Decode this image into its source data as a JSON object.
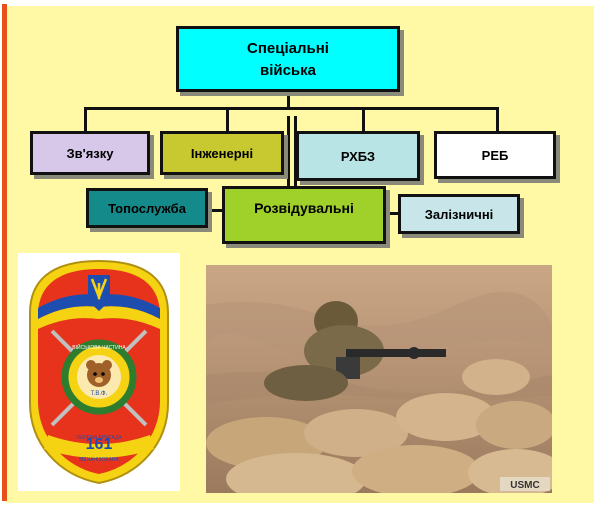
{
  "diagram": {
    "title_line1": "Спеціальні",
    "title_line2": "війська",
    "boxes": {
      "zvyazku": "Зв'язку",
      "inzhenerni": "Інженерні",
      "rhbz": "РХБЗ",
      "reb": "РЕБ",
      "topo": "Топослужба",
      "rozvid": "Розвідувальні",
      "zaliz": "Залізничні"
    }
  },
  "emblem": {
    "number": "161",
    "ring_text_top": "ВІЙСЬКОВА ЧАСТИНА",
    "ring_text_bottom": "ОКРЕМА БРИГАДА",
    "inner_text": "Т.В.Ф.",
    "ribbon_text": "МЕХАНІЗОВАНА"
  },
  "photo": {
    "watermark": "USMC"
  },
  "colors": {
    "background": "#fff9a6",
    "accent_bar": "#e8501a",
    "title_box": "#00ffff",
    "zvyazku": "#d7c8ea",
    "inzhenerni": "#c8c830",
    "rhbz": "#b8e4e6",
    "reb": "#ffffff",
    "topo": "#158a8a",
    "rozvid": "#a0d02a",
    "zaliz": "#c8e6ea"
  }
}
